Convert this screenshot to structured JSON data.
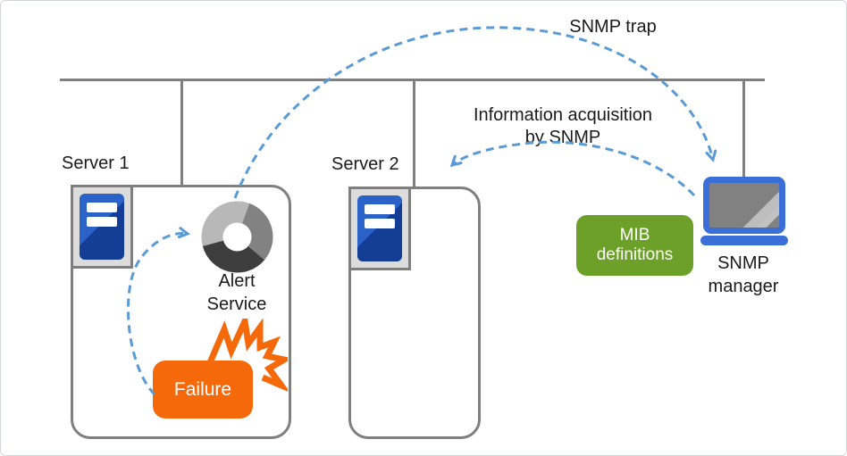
{
  "annotations": {
    "snmp_trap": "SNMP trap",
    "info_acquisition_line1": "Information acquisition",
    "info_acquisition_line2": "by SNMP"
  },
  "server1": {
    "label": "Server 1",
    "alert_service_line1": "Alert",
    "alert_service_line2": "Service",
    "failure_label": "Failure"
  },
  "server2": {
    "label": "Server 2"
  },
  "manager": {
    "mib_line1": "MIB",
    "mib_line2": "definitions",
    "label_line1": "SNMP",
    "label_line2": "manager"
  },
  "colors": {
    "arrow_blue": "#5B9BD5",
    "line_gray": "#7F7F7F",
    "failure_orange": "#F6690B",
    "mib_green": "#6CA028",
    "laptop_blue": "#3A6FD8",
    "server_blue_dark": "#143E96",
    "server_blue_light": "#2B62C7",
    "donut_light": "#B8B8B8",
    "donut_mid": "#828282",
    "donut_dark": "#3E3E3E"
  }
}
